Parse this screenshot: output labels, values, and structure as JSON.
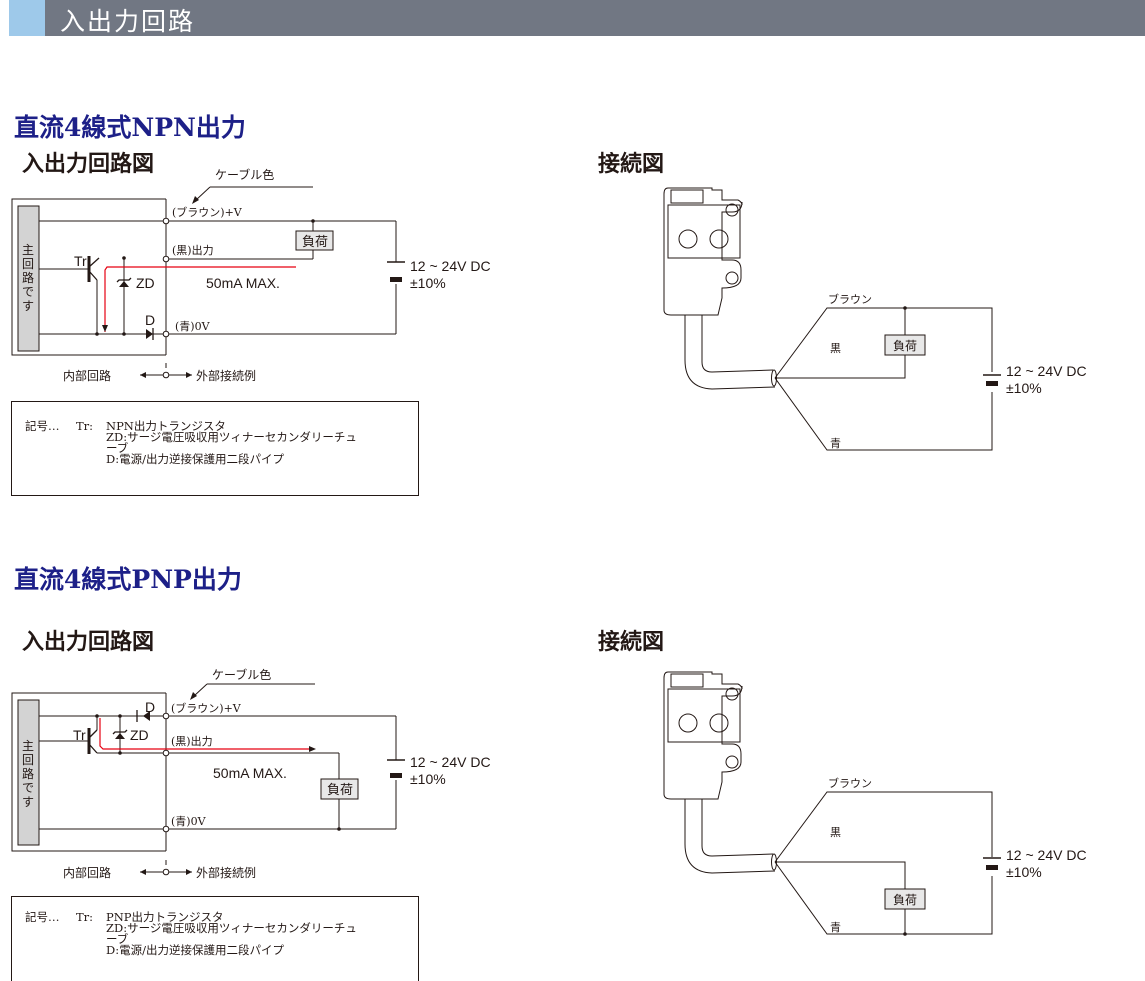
{
  "header": {
    "title": "入出力回路"
  },
  "colors": {
    "header_bg": "#717783",
    "header_accent": "#9ec9ea",
    "section_title": "#1d2088",
    "current_path": "#e60012",
    "load_box_fill": "#e8e8e8",
    "main_circuit_fill": "#d3d3d3"
  },
  "sections": [
    {
      "title": "直流4線式NPN出力",
      "io_circuit": {
        "title": "入出力回路図",
        "cable_color_label": "ケーブル色",
        "main_circuit_label": "主回路です",
        "terminals": {
          "plus": "(ブラウン)+V",
          "output": "(黒)出力",
          "zero": "(青)0V"
        },
        "transistor_label": "Tr",
        "zener_label": "ZD",
        "diode_label": "D",
        "current_label": "50mA MAX.",
        "load_label": "負荷",
        "supply_voltage": "12 ~ 24V DC",
        "supply_tolerance": "±10%",
        "internal_label": "内部回路",
        "external_label": "外部接続例"
      },
      "legend": {
        "prefix": "記号…",
        "tr_key": "Tr:",
        "tr_desc": "NPN出力トランジスタ",
        "zd_desc_1": "ZD:サージ電圧吸収用ツィナーセカンダリーチュ",
        "zd_desc_2": "ーブ",
        "d_desc": "D:電源/出力逆接保護用二段パイプ"
      },
      "connection": {
        "title": "接続図",
        "wire_brown": "ブラウン",
        "wire_black": "黒",
        "wire_blue": "青",
        "load_label": "負荷",
        "supply_voltage": "12 ~ 24V DC",
        "supply_tolerance": "±10%"
      }
    },
    {
      "title": "直流4線式PNP出力",
      "io_circuit": {
        "title": "入出力回路図",
        "cable_color_label": "ケーブル色",
        "main_circuit_label": "主回路です",
        "terminals": {
          "plus": "(ブラウン)+V",
          "output": "(黒)出力",
          "zero": "(青)0V"
        },
        "transistor_label": "Tr",
        "zener_label": "ZD",
        "diode_label": "D",
        "current_label": "50mA MAX.",
        "load_label": "負荷",
        "supply_voltage": "12 ~ 24V DC",
        "supply_tolerance": "±10%",
        "internal_label": "内部回路",
        "external_label": "外部接続例"
      },
      "legend": {
        "prefix": "記号…",
        "tr_key": "Tr:",
        "tr_desc": "PNP出力トランジスタ",
        "zd_desc_1": "ZD:サージ電圧吸収用ツィナーセカンダリーチュ",
        "zd_desc_2": "ーブ",
        "d_desc": "D:電源/出力逆接保護用二段パイプ"
      },
      "connection": {
        "title": "接続図",
        "wire_brown": "ブラウン",
        "wire_black": "黒",
        "wire_blue": "青",
        "load_label": "負荷",
        "supply_voltage": "12 ~ 24V DC",
        "supply_tolerance": "±10%"
      }
    }
  ]
}
